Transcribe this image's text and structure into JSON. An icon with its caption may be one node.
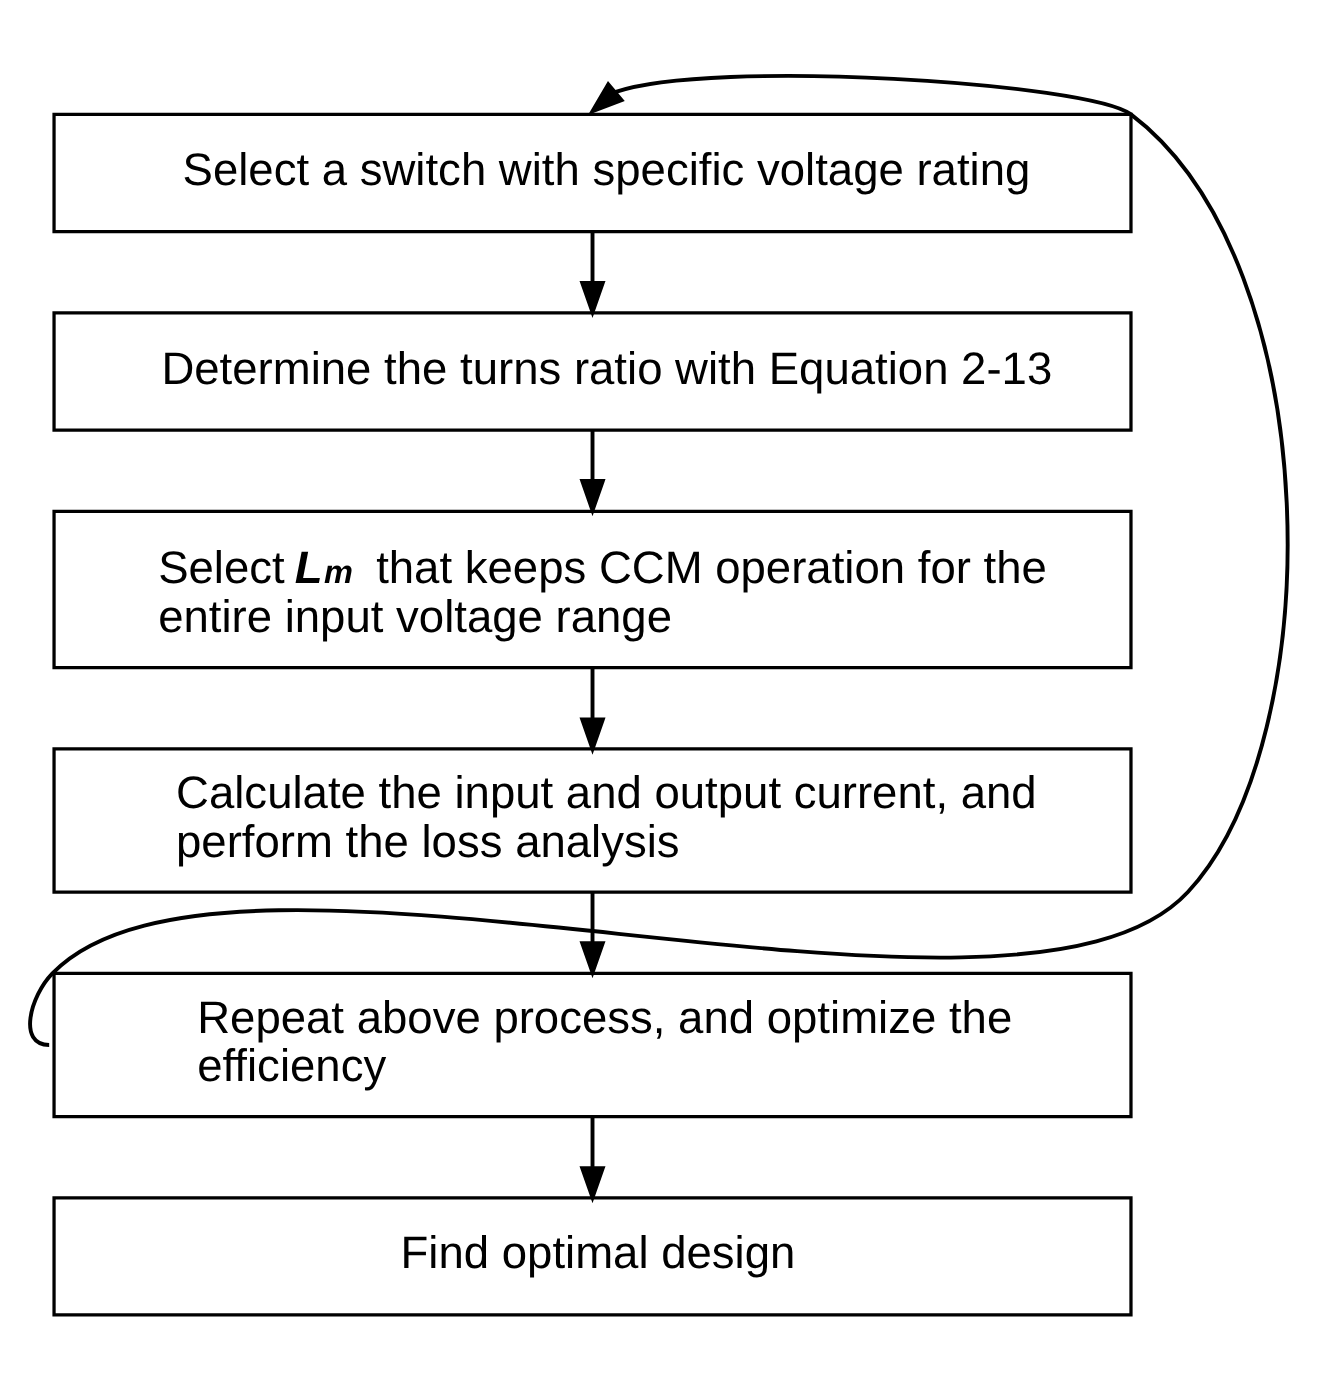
{
  "diagram": {
    "nodes": [
      {
        "text": [
          "Select a switch with specific voltage rating"
        ]
      },
      {
        "text": [
          "Determine the turns ratio with Equation 2-13"
        ]
      },
      {
        "text": [
          "Select *L*$_{m}$ that keeps CCM operation for the entire input voltage range"
        ]
      },
      {
        "text": [
          "Calculate the input and output current, and perform the loss analysis"
        ]
      },
      {
        "text": [
          "Repeat above process, and optimize the efficiency"
        ]
      },
      {
        "text": [
          "Find optimal design"
        ]
      }
    ],
    "edges": [
      {
        "from": 0,
        "to": 1,
        "arrow": "to"
      },
      {
        "from": 1,
        "to": 2,
        "arrow": "to"
      },
      {
        "from": 2,
        "to": 3,
        "arrow": "to"
      },
      {
        "from": 3,
        "to": 4,
        "arrow": "to"
      },
      {
        "from": 4,
        "to": 5,
        "arrow": "to"
      },
      {
        "from": 4,
        "to": 0,
        "arrow": "to"
      }
    ]
  }
}
